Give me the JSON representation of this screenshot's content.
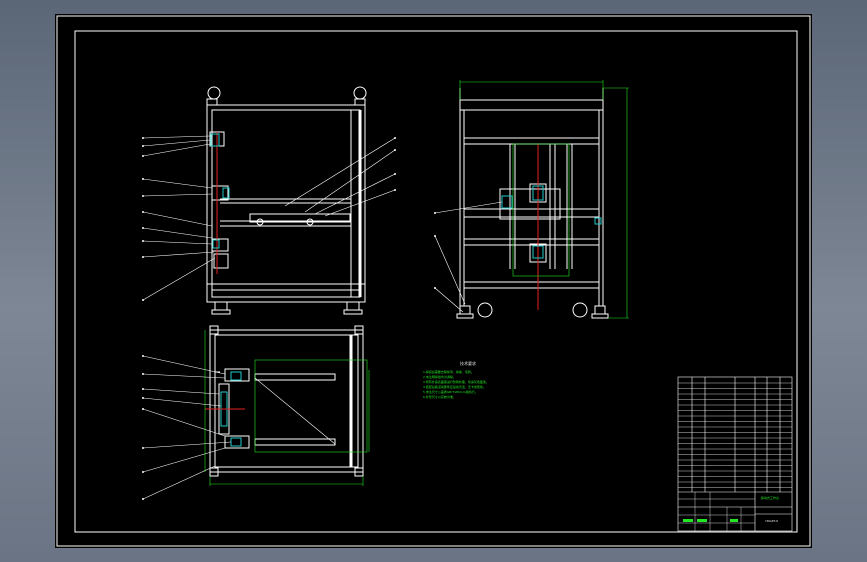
{
  "drawing": {
    "technical_notes": {
      "title": "技术要求",
      "lines": [
        "1.焊接后需要去除焊渣、焊瘤、毛刺。",
        "2.未注明焊缝均为满焊。",
        "3.所有外露表面需进行防锈处理，喷涂灰色面漆。",
        "4.装配后各活动部件应运动灵活，无卡滞现象。",
        "5.未注尺寸公差按GB/T1804-m级执行。",
        "6.外形尺寸以实物为准。"
      ]
    },
    "title_block": {
      "drawing_name": "移动式工作台",
      "drawing_number": "YDGZT-0"
    },
    "colors": {
      "paper": "#000000",
      "outline": "#ffffff",
      "dimension": "#21e621",
      "centerline": "#e02020",
      "accent": "#20c8c8"
    }
  }
}
